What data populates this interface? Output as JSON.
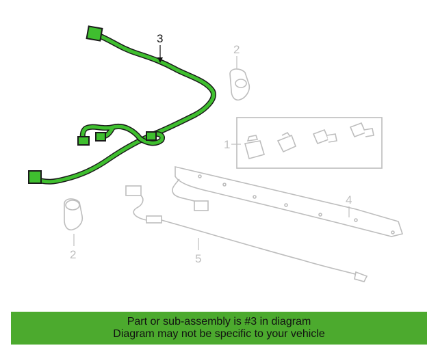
{
  "callouts": {
    "harness": "3",
    "sensor_top": "2",
    "sensor_bottom": "2",
    "clip_kit": "1",
    "bracket": "4",
    "extension": "5"
  },
  "banner": {
    "line1": "Part or sub-assembly is #3 in diagram",
    "line2": "Diagram may not be specific to your vehicle"
  },
  "colors": {
    "highlight": "#4caa2e",
    "harness_fill": "#3fbf2f",
    "outline": "#1a1a1a",
    "ghost": "#bdbdbd"
  }
}
